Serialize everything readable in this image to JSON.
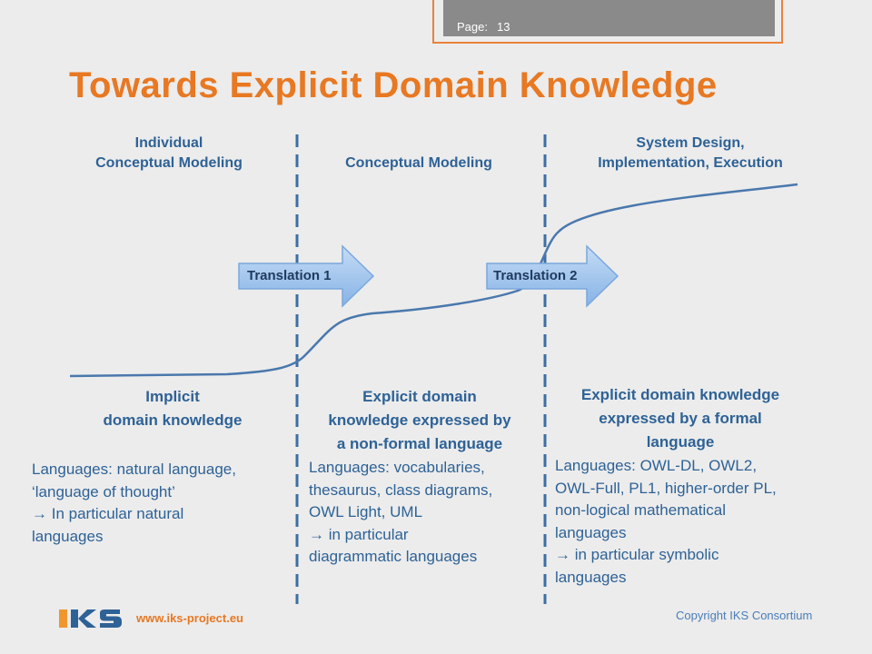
{
  "page": {
    "label": "Page:",
    "number": "13"
  },
  "title": "Towards Explicit Domain Knowledge",
  "columns": [
    {
      "heading": [
        "Individual",
        "Conceptual Modeling"
      ]
    },
    {
      "heading": [
        "Conceptual Modeling"
      ]
    },
    {
      "heading": [
        "System Design,",
        "Implementation, Execution"
      ]
    }
  ],
  "arrows": [
    {
      "label": "Translation 1"
    },
    {
      "label": "Translation 2"
    }
  ],
  "knowledge": [
    [
      "Implicit",
      "domain knowledge"
    ],
    [
      "Explicit domain",
      "knowledge expressed by",
      "a non-formal language"
    ],
    [
      "Explicit domain knowledge",
      "expressed by a formal",
      "language"
    ]
  ],
  "languages": [
    [
      "Languages: natural language,",
      "‘language of thought’",
      "→ In particular natural",
      "languages"
    ],
    [
      "Languages: vocabularies,",
      "thesaurus, class diagrams,",
      "OWL Light, UML",
      "→ in particular",
      "diagrammatic languages"
    ],
    [
      "Languages: OWL-DL, OWL2,",
      "OWL-Full, PL1, higher-order PL,",
      "non-logical mathematical",
      "languages",
      "→ in particular symbolic",
      "languages"
    ]
  ],
  "footer": {
    "logo": "IKS",
    "website": "www.iks-project.eu",
    "copyright": "Copyright IKS Consortium"
  },
  "colors": {
    "accent": "#e87822",
    "text_blue": "#2e6296",
    "divider": "#3d6ea3",
    "curve": "#4a78ad",
    "arrow_fill": "#9cc3ec",
    "background": "#ececec"
  }
}
